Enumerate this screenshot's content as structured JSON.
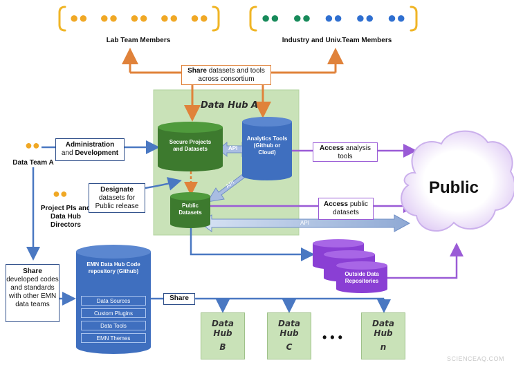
{
  "top": {
    "lab_label": "Lab Team Members",
    "industry_label": "Industry and Univ.Team Members",
    "share_title": "Share",
    "share_rest": "datasets and tools across consortium"
  },
  "hub_a": {
    "title": "Data Hub A",
    "secure": "Secure Projects and Datasets",
    "analytics": "Analytics Tools (Github or Cloud)",
    "public_datasets": "Public Datasets",
    "api": "API"
  },
  "left": {
    "data_team": "Data Team A",
    "admin_bold1": "Administration",
    "admin_and": "and",
    "admin_bold2": "Development",
    "project_pis": "Project PIs and Data Hub Directors",
    "designate_bold": "Designate",
    "designate_rest": "datasets for Public release",
    "share_bold": "Share",
    "share_rest": "developed codes and standards with other EMN data teams"
  },
  "right": {
    "access_tools_bold": "Access",
    "access_tools_rest": "analysis tools",
    "access_public_bold": "Access",
    "access_public_rest": "public datasets",
    "public": "Public",
    "outside": "Outside Data Repositories"
  },
  "repo": {
    "title": "EMN Data Hub Code repository (Github)",
    "items": [
      "Data Sources",
      "Custom Plugins",
      "Data Tools",
      "EMN Themes"
    ],
    "share": "Share"
  },
  "hubs": [
    {
      "name": "Data Hub",
      "id": "B"
    },
    {
      "name": "Data Hub",
      "id": "C"
    },
    {
      "name": "Data Hub",
      "id": "n"
    }
  ],
  "dots": "• • •",
  "watermark": "SCIENCEAQ.COM",
  "colors": {
    "orange": "#e0823a",
    "blue": "#4a78c2",
    "purple": "#9a5bd6",
    "green": "#3d7a2e",
    "hub_bg": "#c9e2b8"
  }
}
